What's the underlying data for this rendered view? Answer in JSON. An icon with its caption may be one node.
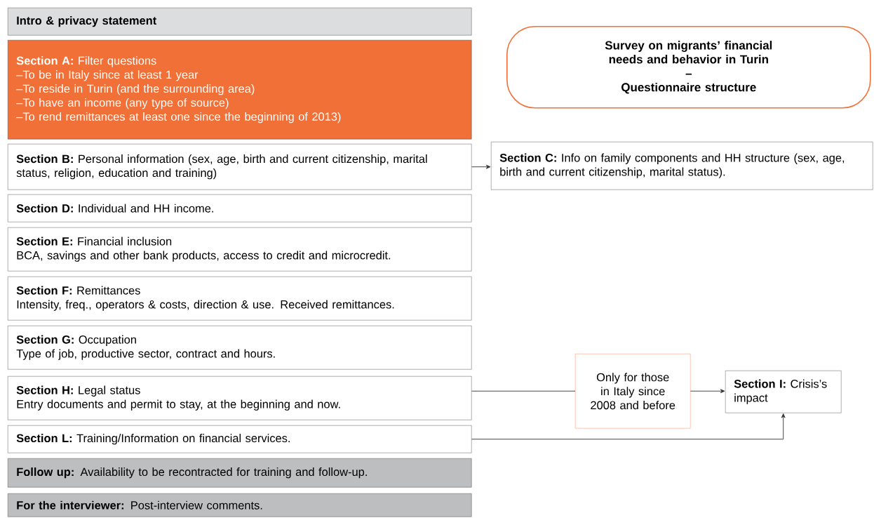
{
  "diagram": {
    "nodes": [
      {
        "text": [
          "Intro & privacy statement"
        ]
      },
      {
        "text": [
          "**Section A:** Filter questions",
          "–To be in Italy since at least 1 year",
          "–To reside in Turin (and the surrounding area)",
          "–To have an income (any type of source)",
          "–To rend remittances at least one since the beginning  of 2013)"
        ]
      },
      {
        "text": [
          "Survey on migrants’ financial needs and behavior in Turin",
          "–",
          "Questionnaire structure"
        ]
      },
      {
        "text": [
          "**Section B:** Personal information (sex, age, birth and current citizenship, marital status, religion, education and training)"
        ]
      },
      {
        "text": [
          "**Section C:** Info on family components and HH structure (sex, age, birth and current citizenship, marital status)."
        ]
      },
      {
        "text": [
          "**Section D:** Individual and HH income."
        ]
      },
      {
        "text": [
          "**Section E:** Financial inclusion",
          "BCA, savings and other bank products, access to credit and microcredit."
        ]
      },
      {
        "text": [
          "**Section F:** Remittances",
          "Intensity, freq., operators & costs, direction & use. Received remittances."
        ]
      },
      {
        "text": [
          "**Section G:** Occupation",
          "Type of job, productive sector, contract and hours."
        ]
      },
      {
        "text": [
          "**Section H:** Legal status",
          "Entry documents and permit to stay, at the beginning and now."
        ]
      },
      {
        "text": [
          "Only for those in Italy since 2008 and before"
        ]
      },
      {
        "text": [
          "**Section I:** Crisis’s impact"
        ]
      },
      {
        "text": [
          "**Section L:** Training/Information on financial services."
        ]
      },
      {
        "text": [
          "**Follow up:** Availability to be recontracted for training and follow-up."
        ]
      },
      {
        "text": [
          "**For the interviewer:** Post-interview comments."
        ]
      }
    ],
    "edges": [
      {
        "from": 3,
        "to": 4,
        "arrow": "to"
      },
      {
        "from": 9,
        "to": 10,
        "arrow": "none"
      },
      {
        "from": 10,
        "to": 11,
        "arrow": "to"
      },
      {
        "from": 12,
        "to": 11,
        "arrow": "to"
      }
    ]
  }
}
